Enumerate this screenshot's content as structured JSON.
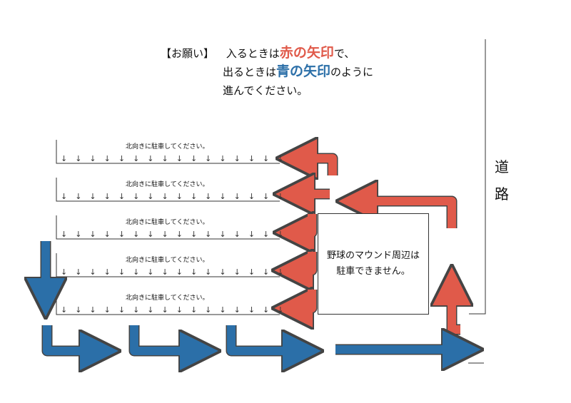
{
  "instruction": {
    "prefix": "【お願い】",
    "line1_pre": "入るときは",
    "line1_red": "赤の矢印",
    "line1_post": "で、",
    "line2_pre": "出るときは",
    "line2_blue": "青の矢印",
    "line2_post": "のように",
    "line3": "進んでください。"
  },
  "parking_rows": [
    {
      "caption": "北向きに駐車してください。",
      "arrows": "↓　↓　↓　↓　↓　↓　↓　↓　↓　↓　↓　↓　↓　↓　↓　↓"
    },
    {
      "caption": "北向きに駐車してください。",
      "arrows": "↓　↓　↓　↓　↓　↓　↓　↓　↓　↓　↓　↓　↓　↓　↓　↓"
    },
    {
      "caption": "北向きに駐車してください。",
      "arrows": "↓　↓　↓　↓　↓　↓　↓　↓　↓　↓　↓　↓　↓　↓　↓　↓"
    },
    {
      "caption": "北向きに駐車してください。",
      "arrows": "↓　↓　↓　↓　↓　↓　↓　↓　↓　↓　↓　↓　↓　↓　↓　↓"
    },
    {
      "caption": "北向きに駐車してください。",
      "arrows": "↓　↓　↓　↓　↓　↓　↓　↓　↓　↓　↓　↓　↓　↓　↓　↓"
    }
  ],
  "mound": {
    "line1": "野球のマウンド周辺は",
    "line2": "駐車できません。"
  },
  "road": {
    "char1": "道",
    "char2": "路"
  },
  "colors": {
    "enter_arrow": "#e05a4a",
    "exit_arrow": "#2b6fa8",
    "outline": "#444444"
  }
}
